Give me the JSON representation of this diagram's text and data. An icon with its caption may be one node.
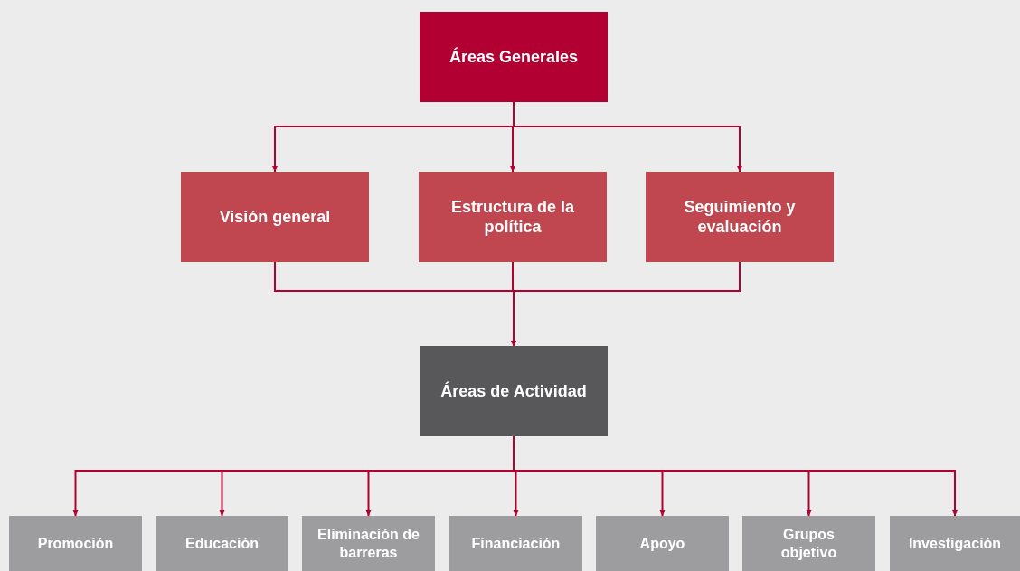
{
  "diagram": {
    "nodes": [
      {
        "text": [
          "Áreas Generales"
        ]
      },
      {
        "text": [
          "Visión general"
        ]
      },
      {
        "text": [
          "Estructura de la política"
        ]
      },
      {
        "text": [
          "Seguimiento y evaluación"
        ]
      },
      {
        "text": [
          "Áreas de Actividad"
        ]
      },
      {
        "text": [
          "Promoción"
        ]
      },
      {
        "text": [
          "Educación"
        ]
      },
      {
        "text": [
          "Eliminación de barreras"
        ]
      },
      {
        "text": [
          "Financiación"
        ]
      },
      {
        "text": [
          "Apoyo"
        ]
      },
      {
        "text": [
          "Grupos objetivo"
        ]
      },
      {
        "text": [
          "Investigación"
        ]
      }
    ],
    "edges": [
      {
        "from": 0,
        "to": 1,
        "arrow": "to"
      },
      {
        "from": 0,
        "to": 2,
        "arrow": "to"
      },
      {
        "from": 0,
        "to": 3,
        "arrow": "to"
      },
      {
        "from": 1,
        "to": 4,
        "arrow": "to"
      },
      {
        "from": 2,
        "to": 4,
        "arrow": "to"
      },
      {
        "from": 3,
        "to": 4,
        "arrow": "to"
      },
      {
        "from": 4,
        "to": 5,
        "arrow": "to"
      },
      {
        "from": 4,
        "to": 6,
        "arrow": "to"
      },
      {
        "from": 4,
        "to": 7,
        "arrow": "to"
      },
      {
        "from": 4,
        "to": 8,
        "arrow": "to"
      },
      {
        "from": 4,
        "to": 9,
        "arrow": "to"
      },
      {
        "from": 4,
        "to": 10,
        "arrow": "to"
      },
      {
        "from": 4,
        "to": 11,
        "arrow": "to"
      }
    ]
  }
}
